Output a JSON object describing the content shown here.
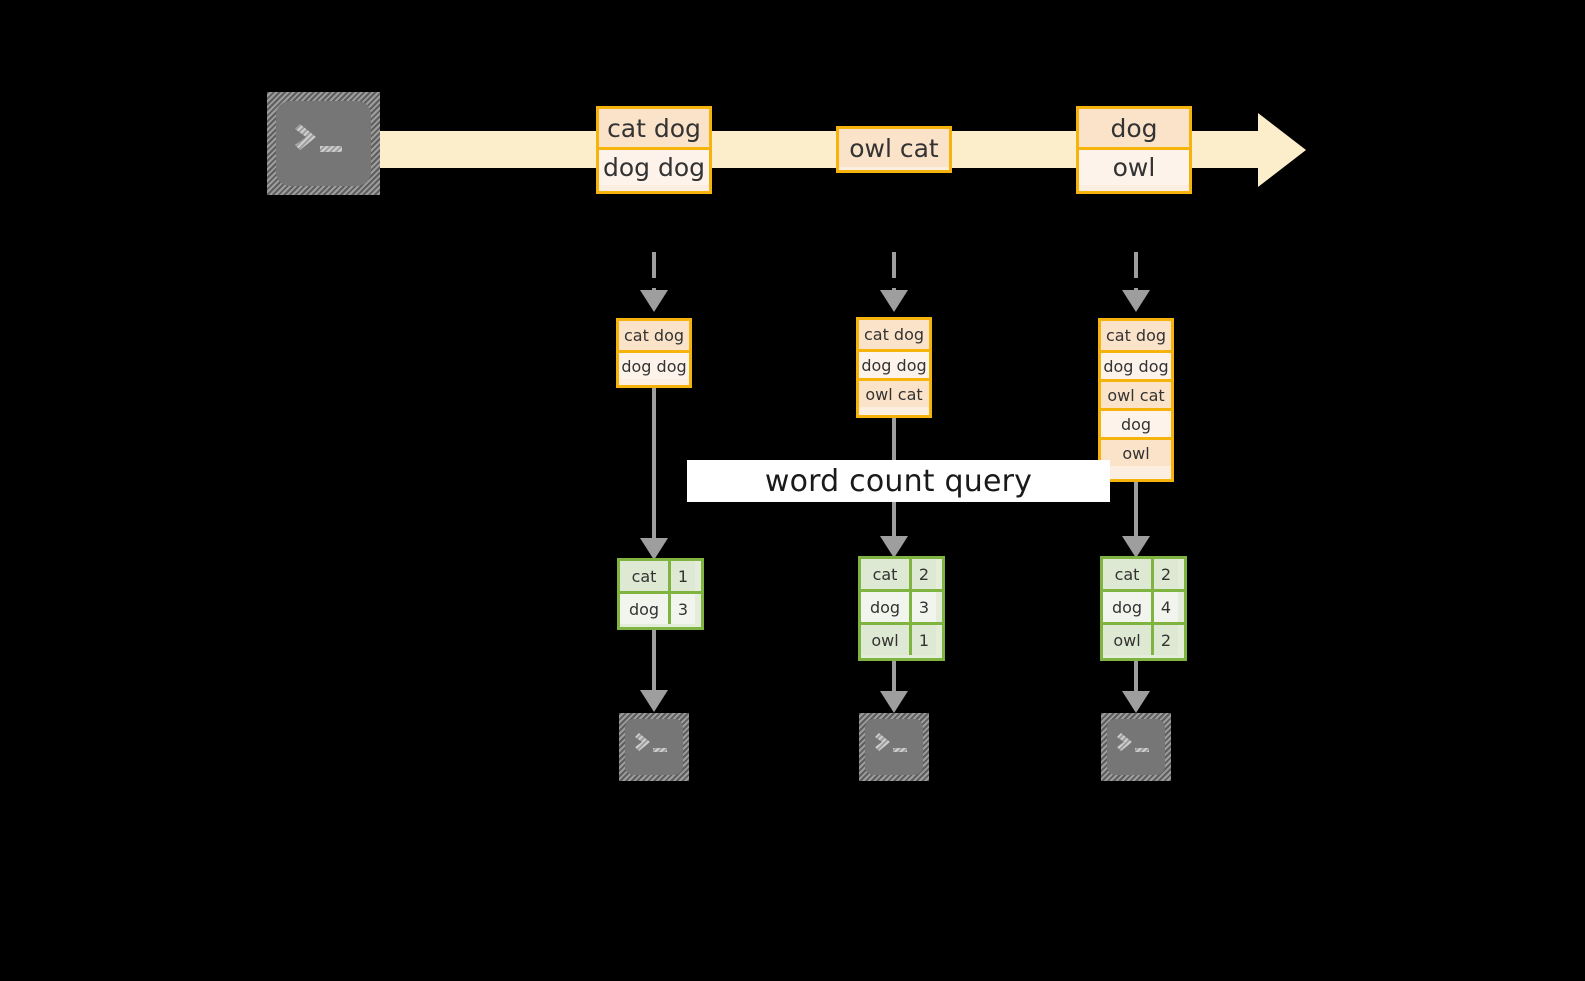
{
  "diagram": {
    "title": "word count query",
    "stream": {
      "source_icon": "terminal-icon",
      "arrow_direction": "right",
      "records": [
        {
          "lines": [
            "cat dog",
            "dog dog"
          ]
        },
        {
          "lines": [
            "owl cat"
          ]
        },
        {
          "lines": [
            "dog",
            "owl"
          ]
        }
      ]
    },
    "columns": [
      {
        "input_table": {
          "rows": [
            "cat dog",
            "dog dog"
          ]
        },
        "result_table": {
          "rows": [
            {
              "word": "cat",
              "count": "1"
            },
            {
              "word": "dog",
              "count": "3"
            }
          ]
        },
        "sink_icon": "terminal-icon"
      },
      {
        "input_table": {
          "rows": [
            "cat dog",
            "dog dog",
            "owl cat"
          ]
        },
        "result_table": {
          "rows": [
            {
              "word": "cat",
              "count": "2"
            },
            {
              "word": "dog",
              "count": "3"
            },
            {
              "word": "owl",
              "count": "1"
            }
          ]
        },
        "sink_icon": "terminal-icon"
      },
      {
        "input_table": {
          "rows": [
            "cat dog",
            "dog dog",
            "owl cat",
            "dog",
            "owl"
          ]
        },
        "result_table": {
          "rows": [
            {
              "word": "cat",
              "count": "2"
            },
            {
              "word": "dog",
              "count": "4"
            },
            {
              "word": "owl",
              "count": "2"
            }
          ]
        },
        "sink_icon": "terminal-icon"
      }
    ],
    "colors": {
      "background": "#000000",
      "stream_band": "#FCEECA",
      "record_border": "#F5B30B",
      "record_fill_dark": "#FBE3CA",
      "record_fill_light": "#FEF3EA",
      "result_border": "#7FB441",
      "result_fill_dark": "#DEE9D3",
      "result_fill_light": "#F1F5EE",
      "arrow": "#9E9E9E",
      "icon_body": "#767676",
      "label_bg": "#FFFFFF"
    }
  }
}
